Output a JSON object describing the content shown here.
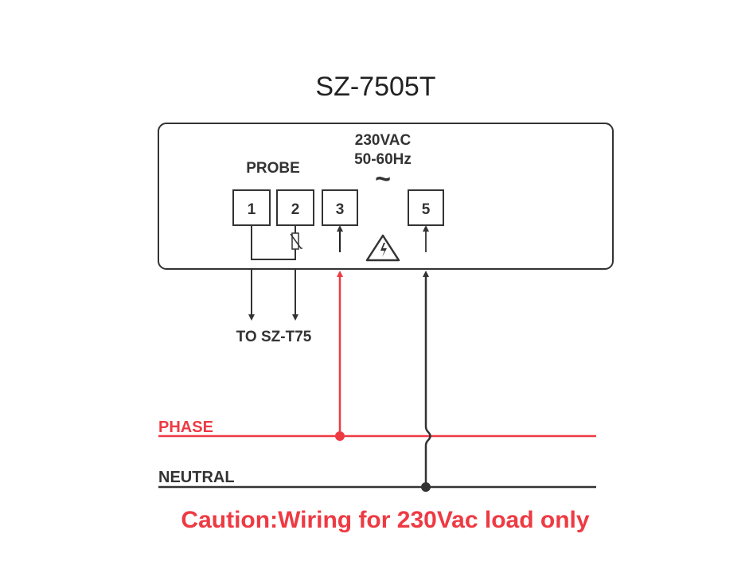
{
  "title": "SZ-7505T",
  "supply": {
    "voltage": "230VAC",
    "frequency": "50-60Hz",
    "ac_symbol": "~"
  },
  "probe_label": "PROBE",
  "terminals": [
    "1",
    "2",
    "3",
    "5"
  ],
  "probe_destination": "TO SZ-T75",
  "lines": {
    "phase": "PHASE",
    "neutral": "NEUTRAL"
  },
  "caution": "Caution:Wiring for 230Vac load only",
  "colors": {
    "phase": "#ee3a43",
    "wire": "#333333"
  }
}
